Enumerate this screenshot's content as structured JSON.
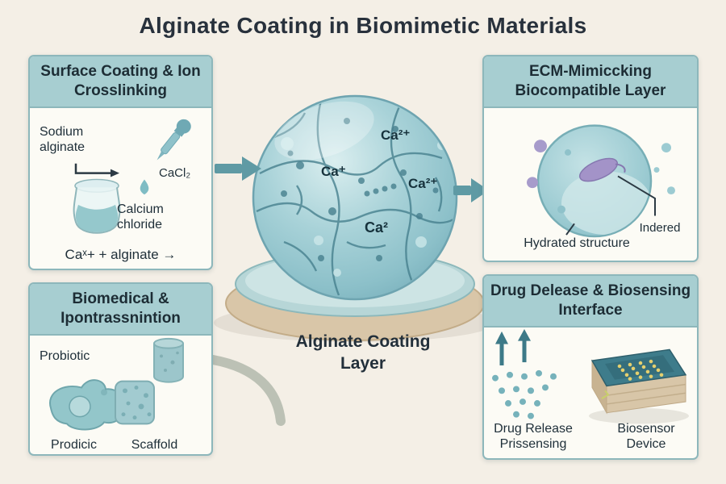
{
  "title": "Alginate Coating in Biomimetic Materials",
  "colors": {
    "background": "#f4efe6",
    "panel_header": "#a7ced1",
    "accent_teal": "#5f9aa4",
    "sphere_teal": "#9ccbd2",
    "pedestal_tan": "#d9c6a8"
  },
  "center": {
    "caption": "Alginate Coating Layer",
    "ions": [
      "Ca²⁺",
      "Ca⁺",
      "Ca²⁺",
      "Ca²"
    ]
  },
  "panels": {
    "surface": {
      "title": "Surface Coating & Ion Crosslinking",
      "sodium": "Sodium alginate",
      "cacl2": "CaCl₂",
      "calcium": "Calcium chloride",
      "equation": "Caˣ+ + alginate →",
      "icons": [
        "dropper-icon",
        "droplet-icon",
        "beaker-icon",
        "arrow-icon"
      ]
    },
    "ecm": {
      "title": "ECM-Mimiccking Biocompatible Layer",
      "hydrated": "Hydrated structure",
      "indered": "Indered",
      "icons": [
        "cell-icon",
        "organelle-icon",
        "vesicle-icons"
      ]
    },
    "biomedical": {
      "title": "Biomedical & Ipontrassnintion",
      "probiotic": "Probiotic",
      "prodicic": "Prodicic",
      "scaffold": "Scaffold",
      "icons": [
        "capsule-icon",
        "probiotic-cell-icon",
        "scaffold-sponge-icon"
      ]
    },
    "drug": {
      "title": "Drug Delease & Biosensing Interface",
      "drug_release": "Drug Release Prissensing",
      "biosensor": "Biosensor Device",
      "icons": [
        "up-arrows-icon",
        "particles-icon",
        "biosensor-chip-icon"
      ]
    }
  }
}
